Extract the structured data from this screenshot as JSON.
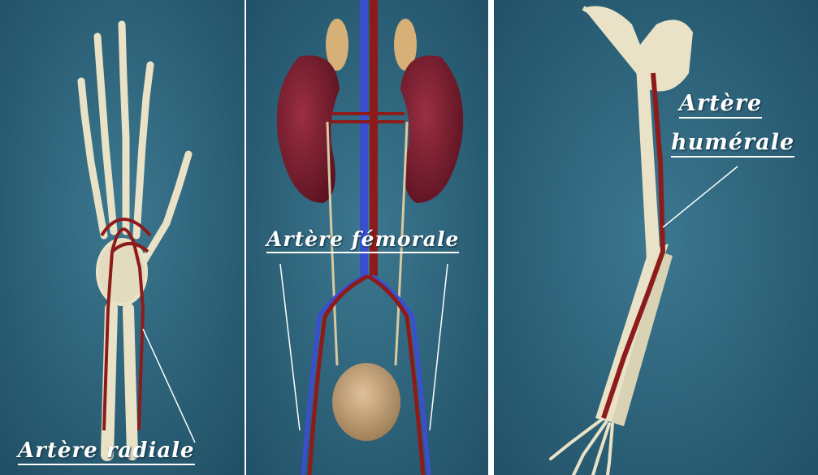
{
  "panels": {
    "hand": {
      "label": "Artère radiale"
    },
    "kidney": {
      "label": "Artère fémorale"
    },
    "arm": {
      "label_line1": "Artère",
      "label_line2": "humérale"
    }
  },
  "colors": {
    "background": "#2b5f78",
    "bone": "#e9e2c6",
    "artery": "#8e1b1b",
    "vein": "#3a4fd0",
    "kidney": "#7a1e2e",
    "bladder": "#c9a57a",
    "label": "#ffffff"
  }
}
